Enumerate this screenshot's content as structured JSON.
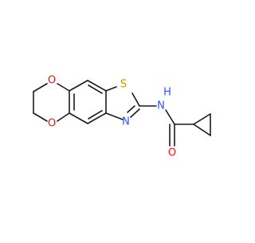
{
  "molecule": {
    "atom_labels": {
      "oxygen_top": "O",
      "oxygen_bottom": "O",
      "sulfur": "S",
      "nitrogen_ring": "N",
      "nitrogen_amide": "N",
      "hydrogen_amide": "H",
      "oxygen_carbonyl": "O"
    }
  },
  "colors": {
    "bond": "#1a1a1a",
    "oxygen": "#ff0d0d",
    "nitrogen": "#3050f8",
    "sulfur": "#b8a000",
    "background": "#ffffff"
  }
}
